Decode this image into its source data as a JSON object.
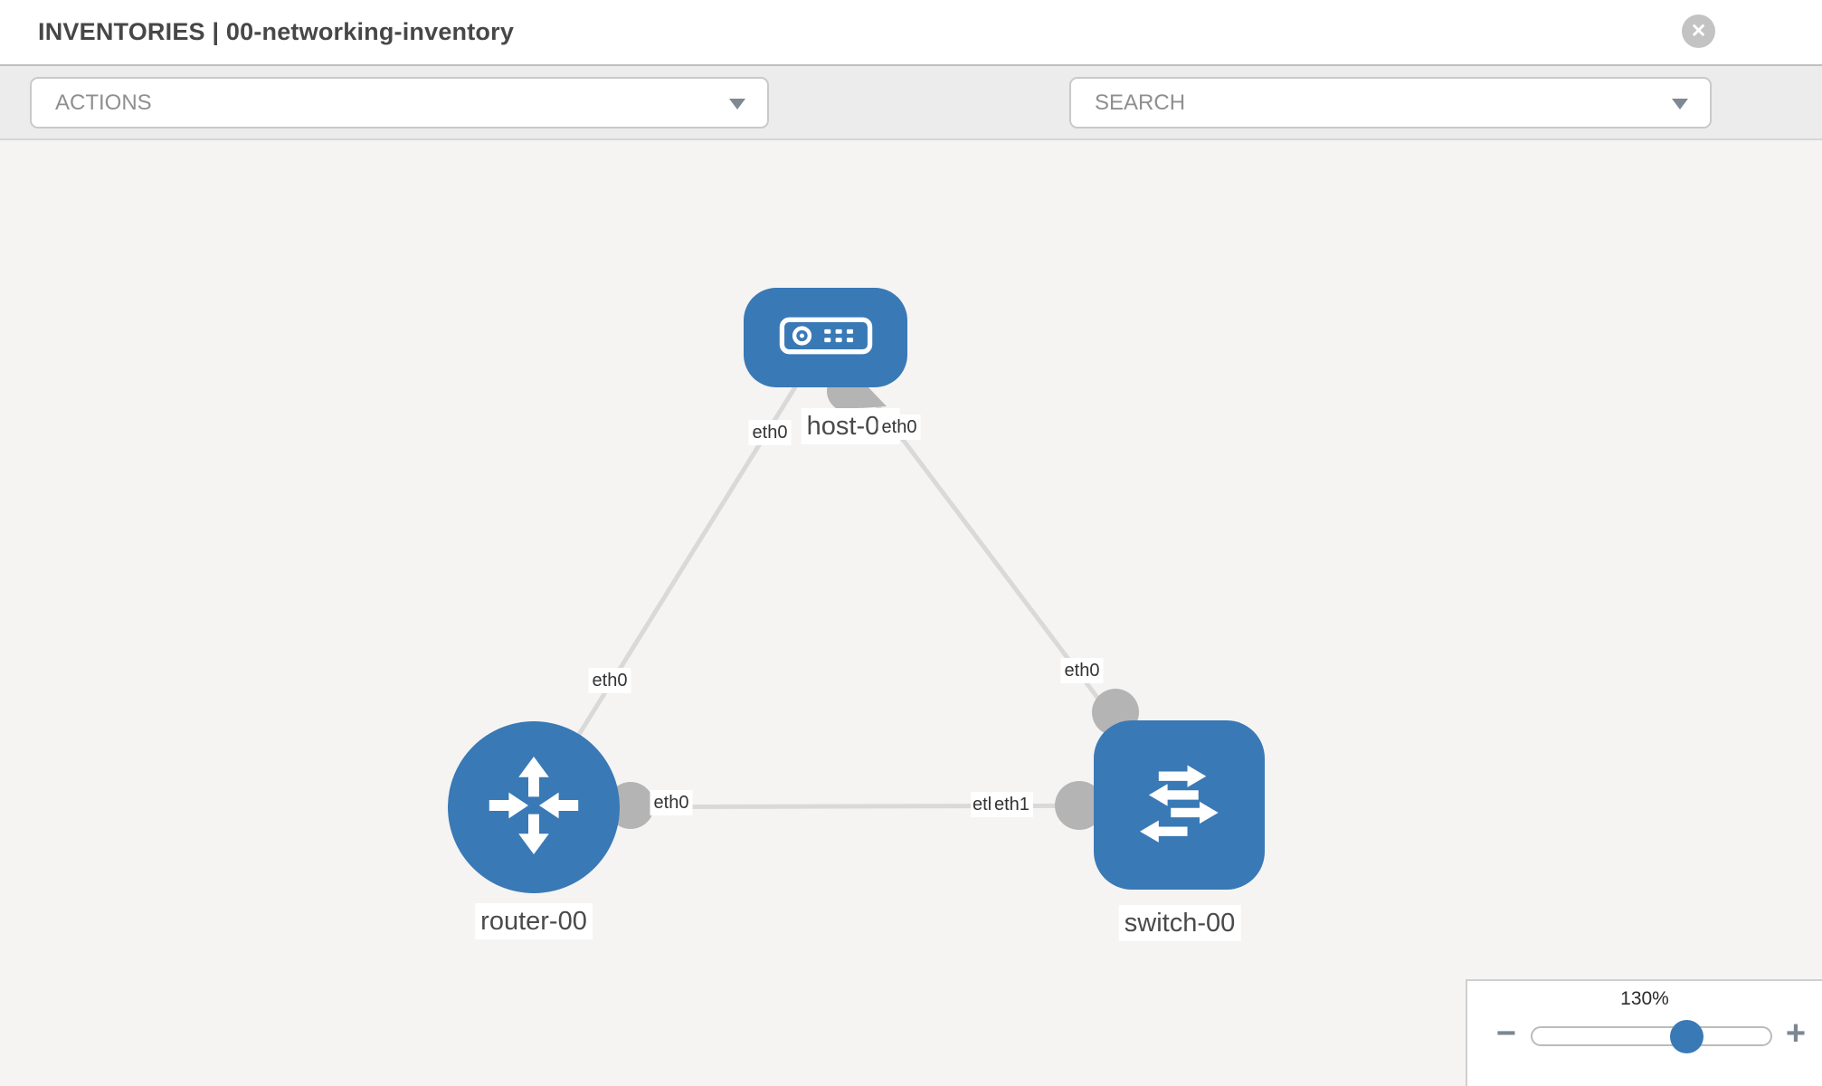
{
  "header": {
    "title": "INVENTORIES | 00-networking-inventory",
    "close_glyph": "✕"
  },
  "toolbar": {
    "actions_label": "ACTIONS",
    "search_placeholder": "SEARCH",
    "icons": [
      "wrench-icon",
      "key-icon"
    ]
  },
  "topology": {
    "nodes": [
      {
        "id": "host-00",
        "type": "host",
        "label": "host-00"
      },
      {
        "id": "router-00",
        "type": "router",
        "label": "router-00"
      },
      {
        "id": "switch-00",
        "type": "switch",
        "label": "switch-00"
      }
    ],
    "links": [
      {
        "source": "host-00",
        "source_interface": "eth0",
        "target": "router-00",
        "target_interface": "eth0"
      },
      {
        "source": "host-00",
        "source_interface": "eth0",
        "target": "switch-00",
        "target_interface": "eth0"
      },
      {
        "source": "router-00",
        "source_interface": "eth0",
        "target": "switch-00",
        "target_interface": "eth1"
      }
    ],
    "interface_labels": {
      "host_to_router_at_host": "eth0",
      "host_to_switch_at_host": "eth0",
      "host_to_router_at_router": "eth0",
      "host_to_switch_at_switch": "eth0",
      "router_to_switch_at_router": "eth0",
      "router_to_switch_at_switch_back": "eth0",
      "router_to_switch_at_switch_front": "eth1"
    }
  },
  "zoom_control": {
    "level": "130%",
    "minus_glyph": "−",
    "plus_glyph": "+"
  },
  "colors": {
    "node_blue": "#3979b6",
    "port_gray": "#b4b4b4",
    "link_gray": "#d9d9d9",
    "toolbar_bg": "#ececec",
    "canvas_bg": "#f5f4f3"
  }
}
